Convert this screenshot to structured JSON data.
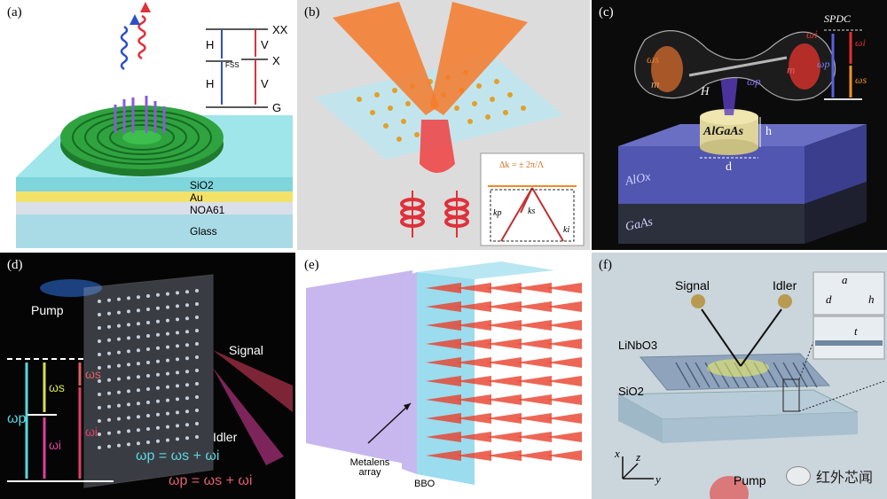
{
  "panels": {
    "a": {
      "label": "(a)",
      "levels": [
        "XX",
        "X",
        "G"
      ],
      "pol_labels": [
        "H",
        "V",
        "H",
        "V"
      ],
      "fss": "FSS",
      "layers": [
        "SiO2",
        "Au",
        "NOA61",
        "Glass"
      ]
    },
    "b": {
      "label": "(b)",
      "dk_text": "Δk = ± 2π/Λ",
      "kp": "kp",
      "ks": "ks",
      "ki": "ki"
    },
    "c": {
      "label": "(c)",
      "spdc": "SPDC",
      "omega_s": "ωs",
      "omega_i": "ωi",
      "omega_p": "ωp",
      "m_s": "m",
      "m_i": "m",
      "H": "H",
      "h": "h",
      "d": "d",
      "alg": "AlGaAs",
      "alox": "AlOx",
      "gaas": "GaAs"
    },
    "d": {
      "label": "(d)",
      "pump": "Pump",
      "signal": "Signal",
      "idler": "Idler",
      "wp": "ωp",
      "ws1": "ωs",
      "wi1": "ωi",
      "ws2": "ωs",
      "wi2": "ωi",
      "eq1": "ωp = ωs + ωi",
      "eq2": "ωp = ωs + ωi"
    },
    "e": {
      "label": "(e)",
      "metalens": "Metalens array",
      "bbo": "BBO"
    },
    "f": {
      "label": "(f)",
      "signal": "Signal",
      "idler": "Idler",
      "linbo3": "LiNbO3",
      "sio2": "SiO2",
      "pump": "Pump",
      "a": "a",
      "d": "d",
      "h": "h",
      "t": "t",
      "x": "x",
      "y": "y",
      "z": "z"
    }
  },
  "watermark": {
    "text": "红外芯闻"
  },
  "colors": {
    "red": "#e8303a",
    "blue": "#3b5bd6",
    "green": "#2e9a3c",
    "orange": "#f07a22",
    "cyan": "#5ad6e0"
  }
}
